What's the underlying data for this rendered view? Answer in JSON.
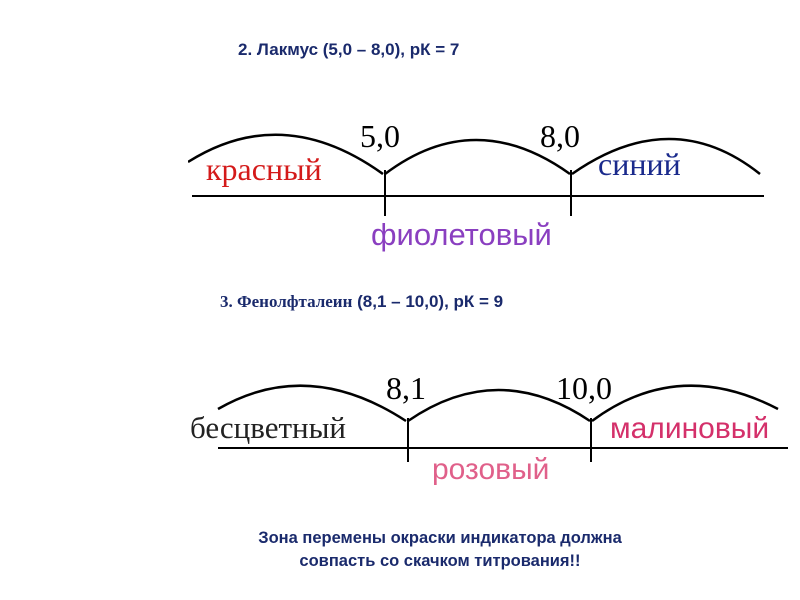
{
  "section_1": {
    "heading": "2. Лакмус (5,0 – 8,0), рК = 7",
    "left_value": "5,0",
    "right_value": "8,0",
    "color_left": "красный",
    "color_middle": "фиолетовый",
    "color_right": "синий",
    "colors": {
      "left": "#d41a1a",
      "middle": "#8a3fc0",
      "right": "#1a2a8c"
    }
  },
  "section_2": {
    "heading_lead": "3. Фенолфталеин",
    "heading_rest": " (8,1 – 10,0), рК = 9",
    "left_value": "8,1",
    "right_value": "10,0",
    "color_left": "бесцветный",
    "color_middle": "розовый",
    "color_right": "малиновый",
    "colors": {
      "left": "#222222",
      "middle": "#e0608a",
      "right": "#d4306a"
    }
  },
  "footer": {
    "line1": "Зона перемены окраски индикатора должна",
    "line2": "совпасть со скачком титрования!!"
  }
}
